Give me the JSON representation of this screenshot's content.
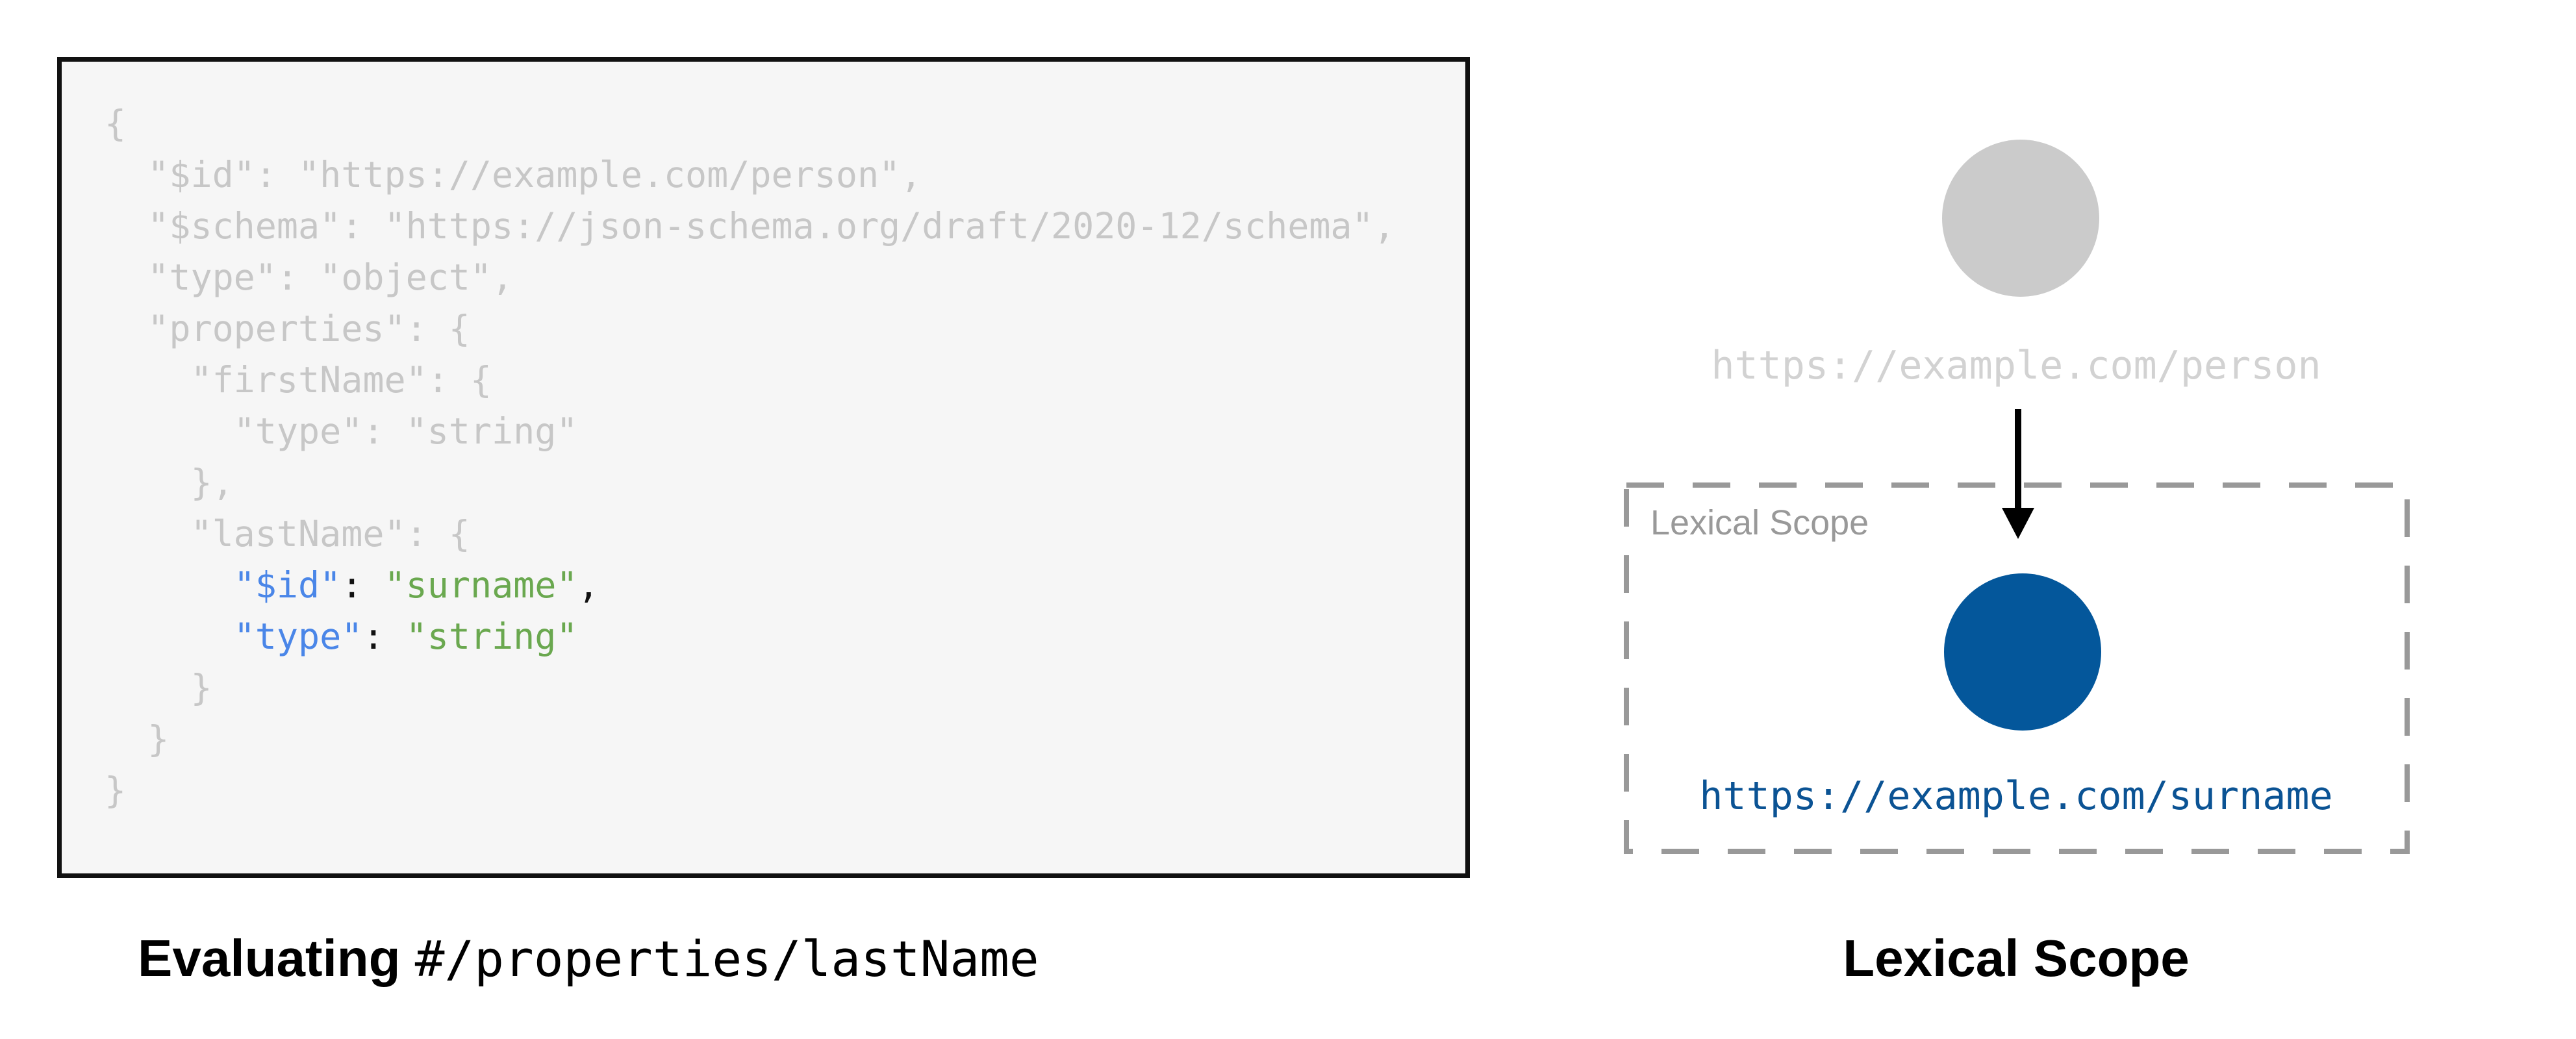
{
  "left_figure": {
    "caption": {
      "bold_label": "Evaluating ",
      "pointer_path": "#/properties/lastName"
    },
    "code": {
      "lines": [
        [
          {
            "s": "gray",
            "t": "{"
          }
        ],
        [
          {
            "s": "gray",
            "t": "  \"$id\": \"https://example.com/person\","
          }
        ],
        [
          {
            "s": "gray",
            "t": "  \"$schema\": \"https://json-schema.org/draft/2020-12/schema\","
          }
        ],
        [
          {
            "s": "gray",
            "t": "  \"type\": \"object\","
          }
        ],
        [
          {
            "s": "gray",
            "t": "  \"properties\": {"
          }
        ],
        [
          {
            "s": "gray",
            "t": "    \"firstName\": {"
          }
        ],
        [
          {
            "s": "gray",
            "t": "      \"type\": \"string\""
          }
        ],
        [
          {
            "s": "gray",
            "t": "    },"
          }
        ],
        [
          {
            "s": "gray",
            "t": "    \"lastName\": {"
          }
        ],
        [
          {
            "s": "gray",
            "t": "      "
          },
          {
            "s": "blue",
            "t": "\"$id\""
          },
          {
            "s": "black",
            "t": ": "
          },
          {
            "s": "green",
            "t": "\"surname\""
          },
          {
            "s": "black",
            "t": ","
          }
        ],
        [
          {
            "s": "gray",
            "t": "      "
          },
          {
            "s": "blue",
            "t": "\"type\""
          },
          {
            "s": "black",
            "t": ": "
          },
          {
            "s": "green",
            "t": "\"string\""
          }
        ],
        [
          {
            "s": "gray",
            "t": "    }"
          }
        ],
        [
          {
            "s": "gray",
            "t": "  }"
          }
        ],
        [
          {
            "s": "gray",
            "t": "}"
          }
        ]
      ]
    }
  },
  "right_figure": {
    "outer_node_label": "https://example.com/person",
    "scope_box_label": "Lexical Scope",
    "inner_node_label": "https://example.com/surname",
    "caption": "Lexical Scope"
  },
  "colors": {
    "code_gray": "#c7c7c7",
    "token_key_blue": "#4a86e8",
    "token_string_green": "#6aa84f",
    "panel_background": "#f6f6f6",
    "panel_border": "#111111",
    "outer_circle_gray": "#cbcbcb",
    "outer_label_gray": "#d2d2d2",
    "inner_circle_blue": "#04579b",
    "inner_label_blue": "#0b5394",
    "scope_box_dash_gray": "#999999",
    "arrow_black": "#000000"
  }
}
